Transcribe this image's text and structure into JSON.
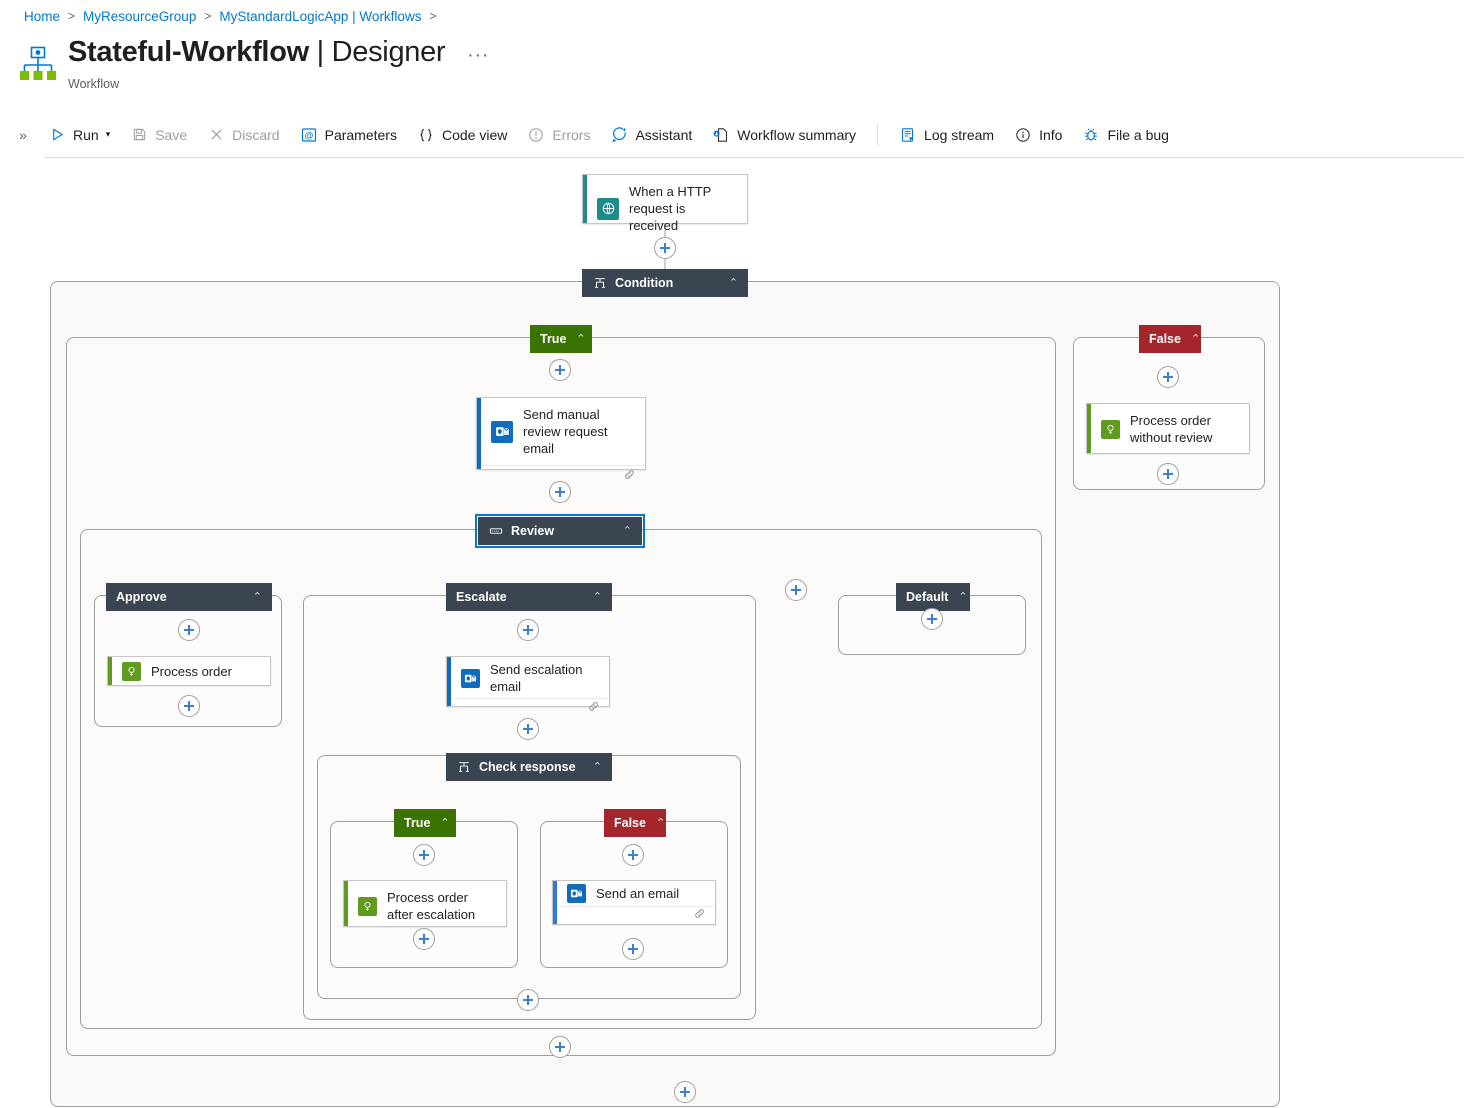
{
  "breadcrumb": {
    "items": [
      {
        "label": "Home"
      },
      {
        "label": "MyResourceGroup"
      },
      {
        "label": "MyStandardLogicApp | Workflows"
      }
    ],
    "separator": ">"
  },
  "header": {
    "title_main": "Stateful-Workflow",
    "title_sep": " | ",
    "title_sub": "Designer",
    "ellipsis": "···",
    "subtitle": "Workflow",
    "logo_icon": "logic-app-icon"
  },
  "toolbar": {
    "expand_icon": "double-chevron-right-icon",
    "items": [
      {
        "label": "Run",
        "icon": "play-icon",
        "disabled": false,
        "caret": true,
        "name": "run-button"
      },
      {
        "label": "Save",
        "icon": "save-disk-icon",
        "disabled": true,
        "caret": false,
        "name": "save-button"
      },
      {
        "label": "Discard",
        "icon": "close-x-icon",
        "disabled": true,
        "caret": false,
        "name": "discard-button"
      },
      {
        "label": "Parameters",
        "icon": "at-bracket-icon",
        "disabled": false,
        "caret": false,
        "name": "parameters-button"
      },
      {
        "label": "Code view",
        "icon": "curly-braces-icon",
        "disabled": false,
        "caret": false,
        "name": "code-view-button"
      },
      {
        "label": "Errors",
        "icon": "exclamation-circle-icon",
        "disabled": true,
        "caret": false,
        "name": "errors-button"
      },
      {
        "label": "Assistant",
        "icon": "sparkle-chat-icon",
        "disabled": false,
        "caret": false,
        "name": "assistant-button"
      },
      {
        "label": "Workflow summary",
        "icon": "document-badge-icon",
        "disabled": false,
        "caret": false,
        "name": "workflow-summary-button"
      },
      {
        "separator": true
      },
      {
        "label": "Log stream",
        "icon": "log-stream-icon",
        "disabled": false,
        "caret": false,
        "name": "log-stream-button"
      },
      {
        "label": "Info",
        "icon": "info-circle-icon",
        "disabled": false,
        "caret": false,
        "name": "info-button"
      },
      {
        "label": "File a bug",
        "icon": "bug-icon",
        "disabled": false,
        "caret": false,
        "name": "file-a-bug-button"
      }
    ]
  },
  "colors": {
    "accent_blue": "#0078d4",
    "branch_true_green": "#3a7302",
    "branch_false_red": "#a4262c",
    "pill_dark": "#3b4552",
    "trigger_teal": "#1f8a8a",
    "action_outlook_blue": "#0f6cbd",
    "action_green": "#5e9b1f",
    "scope_bg": "#faf9f8",
    "scope_border": "#a19f9d"
  },
  "workflow": {
    "trigger": {
      "label": "When a HTTP request is received",
      "icon": "http-request-icon",
      "accent": "teal",
      "has_footer": false
    },
    "condition": {
      "label": "Condition",
      "icon": "condition-icon",
      "caret": "⌃",
      "true_branch": {
        "label": "True",
        "caret": "⌃",
        "actions": [
          {
            "label": "Send manual review request email",
            "icon": "outlook-icon",
            "accent": "blue",
            "has_footer": true,
            "footer_icon": "link-chain-icon"
          }
        ],
        "switch": {
          "label": "Review",
          "icon": "switch-icon",
          "caret": "⌃",
          "selected": true,
          "cases": [
            {
              "label": "Approve",
              "caret": "⌃",
              "actions": [
                {
                  "label": "Process order",
                  "icon": "function-icon",
                  "accent": "green",
                  "has_footer": false
                }
              ]
            },
            {
              "label": "Escalate",
              "caret": "⌃",
              "actions": [
                {
                  "label": "Send escalation email",
                  "icon": "outlook-icon",
                  "accent": "blue",
                  "has_footer": true,
                  "footer_icon": "link-chain-icon"
                }
              ],
              "nested_condition": {
                "label": "Check response",
                "icon": "condition-icon",
                "caret": "⌃",
                "true_branch": {
                  "label": "True",
                  "caret": "⌃",
                  "actions": [
                    {
                      "label": "Process order after escalation",
                      "icon": "function-icon",
                      "accent": "green",
                      "has_footer": false
                    }
                  ]
                },
                "false_branch": {
                  "label": "False",
                  "caret": "⌃",
                  "actions": [
                    {
                      "label": "Send an email",
                      "icon": "outlook-icon",
                      "accent": "blue",
                      "has_footer": true,
                      "footer_icon": "link-chain-icon"
                    }
                  ]
                }
              }
            },
            {
              "label": "Default",
              "caret": "⌃",
              "actions": []
            }
          ],
          "add_case_button": "add-case-plus"
        }
      },
      "false_branch": {
        "label": "False",
        "caret": "⌃",
        "actions": [
          {
            "label": "Process order without review",
            "icon": "function-icon",
            "accent": "green",
            "has_footer": false
          }
        ]
      }
    }
  }
}
